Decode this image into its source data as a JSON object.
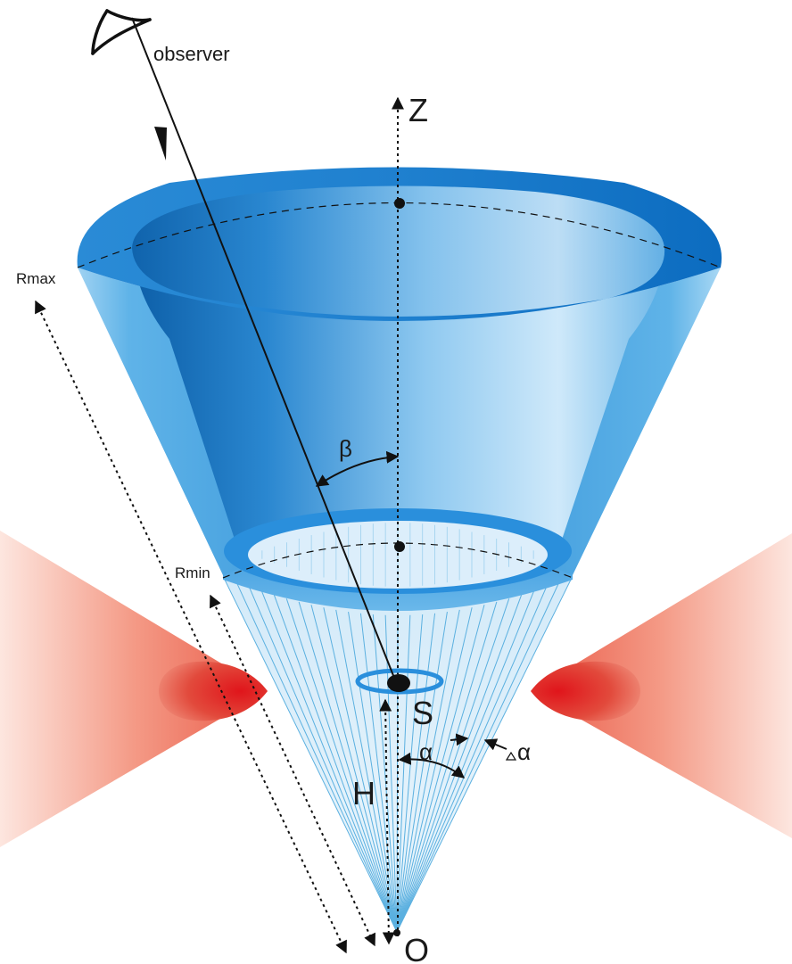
{
  "labels": {
    "observer": "observer",
    "z_axis": "Z",
    "r_max": "Rmax",
    "r_min": "Rmin",
    "beta": "β",
    "source": "S",
    "height": "H",
    "alpha": "α",
    "delta_alpha": "α",
    "origin": "O"
  },
  "colors": {
    "cone_dark": "#0a6fbf",
    "cone_mid": "#3a9be0",
    "cone_light": "#bfe3f8",
    "ray_blue": "#5bb0e0",
    "disk_red": "#e02a2a",
    "disk_fade": "#fbd6cc",
    "line": "#111111"
  }
}
